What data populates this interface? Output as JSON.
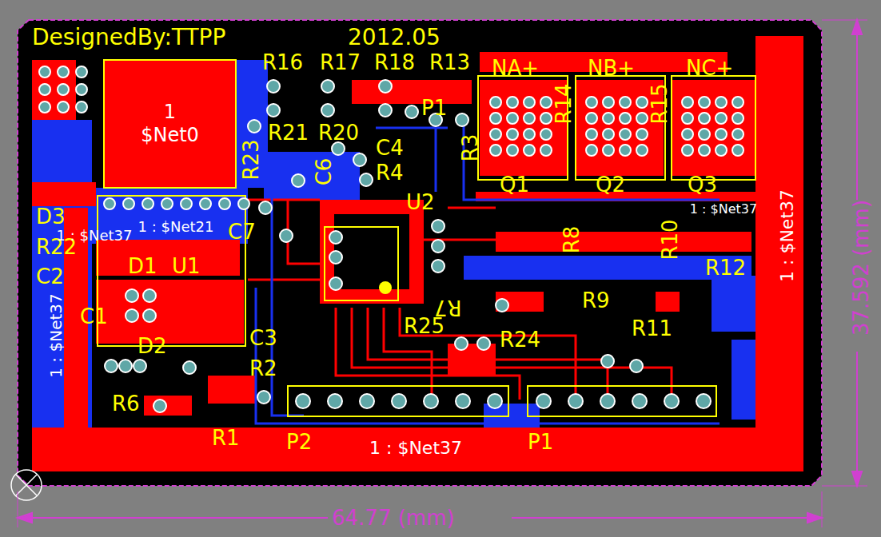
{
  "diagram": {
    "nodes": [
      {
        "text": [
          "1 $Net0"
        ]
      }
    ],
    "labels": [
      "DesignedBy:TTPP",
      "2012.05",
      "R16",
      "R17",
      "R18",
      "R13",
      "NA+",
      "NB+",
      "NC+",
      "P1",
      "R14",
      "R15",
      "R3",
      "R21",
      "R20",
      "R23",
      "C4",
      "R4",
      "C6",
      "U2",
      "Q1",
      "Q2",
      "Q3",
      "D3",
      "R22",
      "C2",
      "C7",
      "D1",
      "U1",
      "R8",
      "R10",
      "R12",
      "R9",
      "R11",
      "R7",
      "R25",
      "R24",
      "C1",
      "D2",
      "C3",
      "R2",
      "R6",
      "R1",
      "P2",
      "P1",
      "1 : $Net37",
      "1 : $Net37",
      "1 : $Net37",
      "1 : $Net37",
      "1 : $Net21",
      "1 : $Net37",
      "64.77 (mm)",
      "37.592 (mm)"
    ]
  }
}
